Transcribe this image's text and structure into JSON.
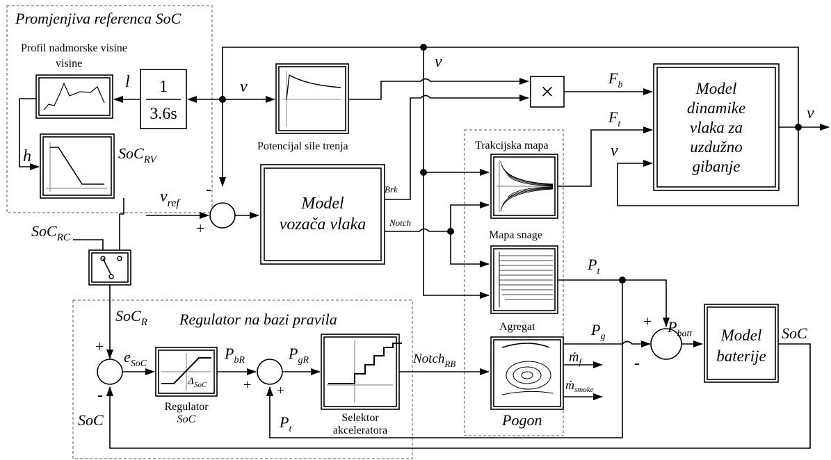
{
  "diagram": {
    "regions": {
      "soc_ref": "Promjenjiva referenca SoC",
      "rule_reg": "Regulator na bazi pravila"
    },
    "blocks": {
      "altitude_profile": "Profil nadmorske visine",
      "integrator_num": "1",
      "integrator_den": "3.6s",
      "friction_potential": "Potencijal sile trenja",
      "driver_line1": "Model",
      "driver_line2": "vozača vlaka",
      "traction_map": "Trakcijska mapa",
      "power_map": "Mapa snage",
      "genset": "Agregat",
      "pogon": "Pogon",
      "train_line1": "Model",
      "train_line2": "dinamike",
      "train_line3": "vlaka za",
      "train_line4": "uzdužno",
      "train_line5": "gibanje",
      "battery_line1": "Model",
      "battery_line2": "baterije",
      "soc_reg_line1": "Regulator",
      "soc_reg_line2": "SoC",
      "selector_line1": "Selektor",
      "selector_line2": "akceleratora",
      "multiply": "×"
    },
    "signals": {
      "l": "l",
      "h": "h",
      "v": "v",
      "v_ref": "v",
      "v_ref_sub": "ref",
      "F_b": "F",
      "F_b_sub": "b",
      "F_t": "F",
      "F_t_sub": "t",
      "soc_rv": "SoC",
      "soc_rv_sub": "RV",
      "soc_rc": "SoC",
      "soc_rc_sub": "RC",
      "soc_r": "SoC",
      "soc_r_sub": "R",
      "e_soc": "e",
      "e_soc_sub": "SoC",
      "delta_soc": "Δ",
      "delta_soc_sub": "SoC",
      "P_bR": "P",
      "P_bR_sub": "bR",
      "P_gR": "P",
      "P_gR_sub": "gR",
      "notch_rb": "Notch",
      "notch_rb_sub": "RB",
      "brk": "Brk",
      "notch": "Notch",
      "P_t": "P",
      "P_t_sub": "t",
      "P_g": "P",
      "P_g_sub": "g",
      "P_batt": "P",
      "P_batt_sub": "batt",
      "m_f": "ṁ",
      "m_f_sub": "f",
      "m_smoke": "ṁ",
      "m_smoke_sub": "smoke",
      "SoC_out": "SoC",
      "SoC_fb": "SoC",
      "P_t_fb": "P",
      "P_t_fb_sub": "t"
    },
    "signs": {
      "plus": "+",
      "minus": "-"
    }
  }
}
